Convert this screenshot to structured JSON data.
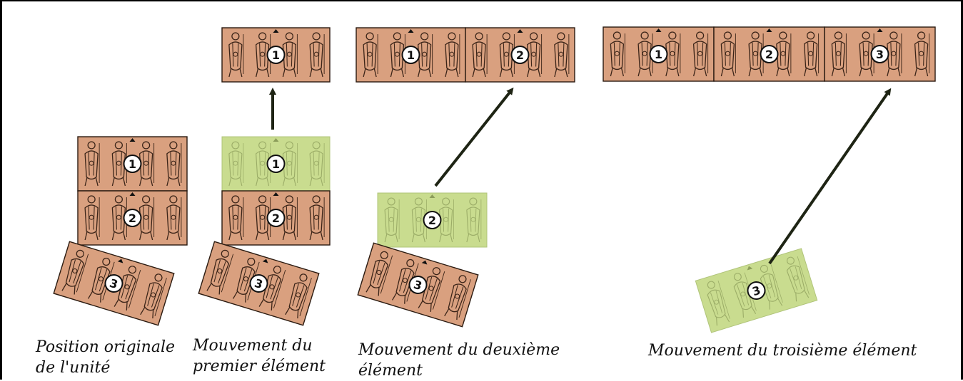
{
  "colors": {
    "block_fill": "#d9a07f",
    "block_stroke": "#2a1a10",
    "ghost_fill": "#c9dc8f",
    "ghost_stroke": "#b0c47a",
    "soldier_ink": "#3b2418",
    "ghost_ink": "#8c9d5a",
    "arrow": "#1e2414",
    "badge_fill": "#ffffff",
    "badge_stroke": "#111111"
  },
  "icons": [
    "soldier-figure-icon",
    "facing-arrow-icon",
    "move-arrow-icon"
  ],
  "captions": [
    {
      "lines": [
        "Position originale",
        "de l'unité"
      ]
    },
    {
      "lines": [
        "Mouvement du",
        "premier élément"
      ]
    },
    {
      "lines": [
        "Mouvement du deuxième",
        "élément"
      ]
    },
    {
      "lines": [
        "Mouvement du troisième élément"
      ]
    }
  ],
  "blocks": [
    {
      "id": "s1-e1",
      "step": 1,
      "number": "1",
      "state": "in-place"
    },
    {
      "id": "s1-e2",
      "step": 1,
      "number": "2",
      "state": "in-place"
    },
    {
      "id": "s1-e3",
      "step": 1,
      "number": "3",
      "state": "in-place"
    },
    {
      "id": "s2-e1-moved",
      "step": 2,
      "number": "1",
      "state": "moved"
    },
    {
      "id": "s2-e1-origin",
      "step": 2,
      "number": "1",
      "state": "vacated"
    },
    {
      "id": "s2-e2",
      "step": 2,
      "number": "2",
      "state": "in-place"
    },
    {
      "id": "s2-e3",
      "step": 2,
      "number": "3",
      "state": "in-place"
    },
    {
      "id": "s3-e1-moved",
      "step": 3,
      "number": "1",
      "state": "moved"
    },
    {
      "id": "s3-e2-moved",
      "step": 3,
      "number": "2",
      "state": "moved"
    },
    {
      "id": "s3-e2-origin",
      "step": 3,
      "number": "2",
      "state": "vacated"
    },
    {
      "id": "s3-e3",
      "step": 3,
      "number": "3",
      "state": "in-place"
    },
    {
      "id": "s4-e1-moved",
      "step": 4,
      "number": "1",
      "state": "moved"
    },
    {
      "id": "s4-e2-moved",
      "step": 4,
      "number": "2",
      "state": "moved"
    },
    {
      "id": "s4-e3-moved",
      "step": 4,
      "number": "3",
      "state": "moved"
    },
    {
      "id": "s4-e3-origin",
      "step": 4,
      "number": "3",
      "state": "vacated"
    }
  ],
  "arrows": [
    {
      "step": 2,
      "element": "1"
    },
    {
      "step": 3,
      "element": "2"
    },
    {
      "step": 4,
      "element": "3"
    }
  ]
}
